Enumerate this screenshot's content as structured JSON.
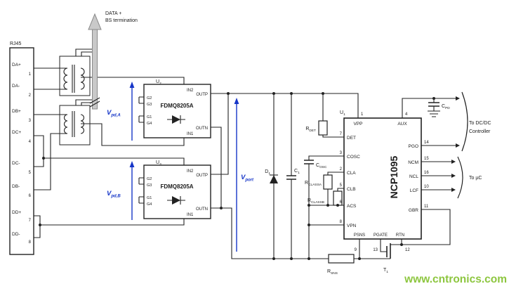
{
  "rj45": {
    "label": "RJ45",
    "pins": [
      {
        "name": "DA+",
        "number": "1"
      },
      {
        "name": "DA-",
        "number": "2"
      },
      {
        "name": "DB+",
        "number": "3"
      },
      {
        "name": "DC+",
        "number": "4"
      },
      {
        "name": "DC-",
        "number": "5"
      },
      {
        "name": "DB-",
        "number": "6"
      },
      {
        "name": "DD+",
        "number": "7"
      },
      {
        "name": "DD-",
        "number": "8"
      }
    ]
  },
  "termination_note": {
    "line1": "DATA +",
    "line2": "BS termination"
  },
  "bridges": {
    "a": {
      "ref": {
        "base": "U",
        "sub": "2"
      },
      "part": "FDMQ8205A",
      "gates": [
        "G2",
        "G3",
        "G1",
        "G4"
      ],
      "in_top": "IN2",
      "in_bottom": "IN1",
      "out_p": "OUTP",
      "out_n": "OUTN"
    },
    "b": {
      "ref": {
        "base": "U",
        "sub": "3"
      },
      "part": "FDMQ8205A",
      "gates": [
        "G2",
        "G3",
        "G1",
        "G4"
      ],
      "in_top": "IN2",
      "in_bottom": "IN1",
      "out_p": "OUTP",
      "out_n": "OUTN"
    }
  },
  "voltages": {
    "vpd_a": {
      "base": "V",
      "sub": "pd,A"
    },
    "vpd_b": {
      "base": "V",
      "sub": "pd,B"
    },
    "vport": {
      "base": "V",
      "sub": "port"
    }
  },
  "components": {
    "d1": {
      "base": "D",
      "sub": "1"
    },
    "c1": {
      "base": "C",
      "sub": "1"
    },
    "r_det": {
      "base": "R",
      "sub": "DET"
    },
    "c_osc": {
      "base": "C",
      "sub": "OSC"
    },
    "r_classa": {
      "base": "R",
      "sub": "CLASSA"
    },
    "r_classb": {
      "base": "R",
      "sub": "CLASSB"
    },
    "r_sns": {
      "base": "R",
      "sub": "SNS"
    },
    "c_pd": {
      "base": "C",
      "sub": "PD"
    },
    "t1": {
      "base": "T",
      "sub": "1"
    }
  },
  "ic": {
    "ref": {
      "base": "U",
      "sub": "1"
    },
    "part": "NCP1095",
    "pins_top": [
      {
        "name": "VPP",
        "number": "1"
      },
      {
        "name": "AUX",
        "number": "4"
      }
    ],
    "pins_left": [
      {
        "name": "DET",
        "number": "7"
      },
      {
        "name": "COSC",
        "number": "3"
      },
      {
        "name": "CLA",
        "number": "2"
      },
      {
        "name": "CLB",
        "number": "5"
      },
      {
        "name": "ACS",
        "number": "6"
      },
      {
        "name": "VPN",
        "number": "8"
      }
    ],
    "pins_right": [
      {
        "name": "PGO",
        "number": "14"
      },
      {
        "name": "NCM",
        "number": "15"
      },
      {
        "name": "NCL",
        "number": "16"
      },
      {
        "name": "LCF",
        "number": "10"
      },
      {
        "name": "GBR",
        "number": "11"
      }
    ],
    "pins_bottom": [
      {
        "name": "PSNS",
        "number": "9"
      },
      {
        "name": "PGATE",
        "number": "13"
      },
      {
        "name": "RTN",
        "number": "12"
      }
    ]
  },
  "destinations": {
    "dcdc_line1": "To DC/DC",
    "dcdc_line2": "Controller",
    "uc": "To µC"
  },
  "watermark": "www.cntronics.com",
  "colors": {
    "wire": "#222222",
    "blue": "#1535c8",
    "green": "#8dc63f",
    "arrow_fill": "#c9c9c9",
    "arrow_stroke": "#8a8a8a"
  }
}
